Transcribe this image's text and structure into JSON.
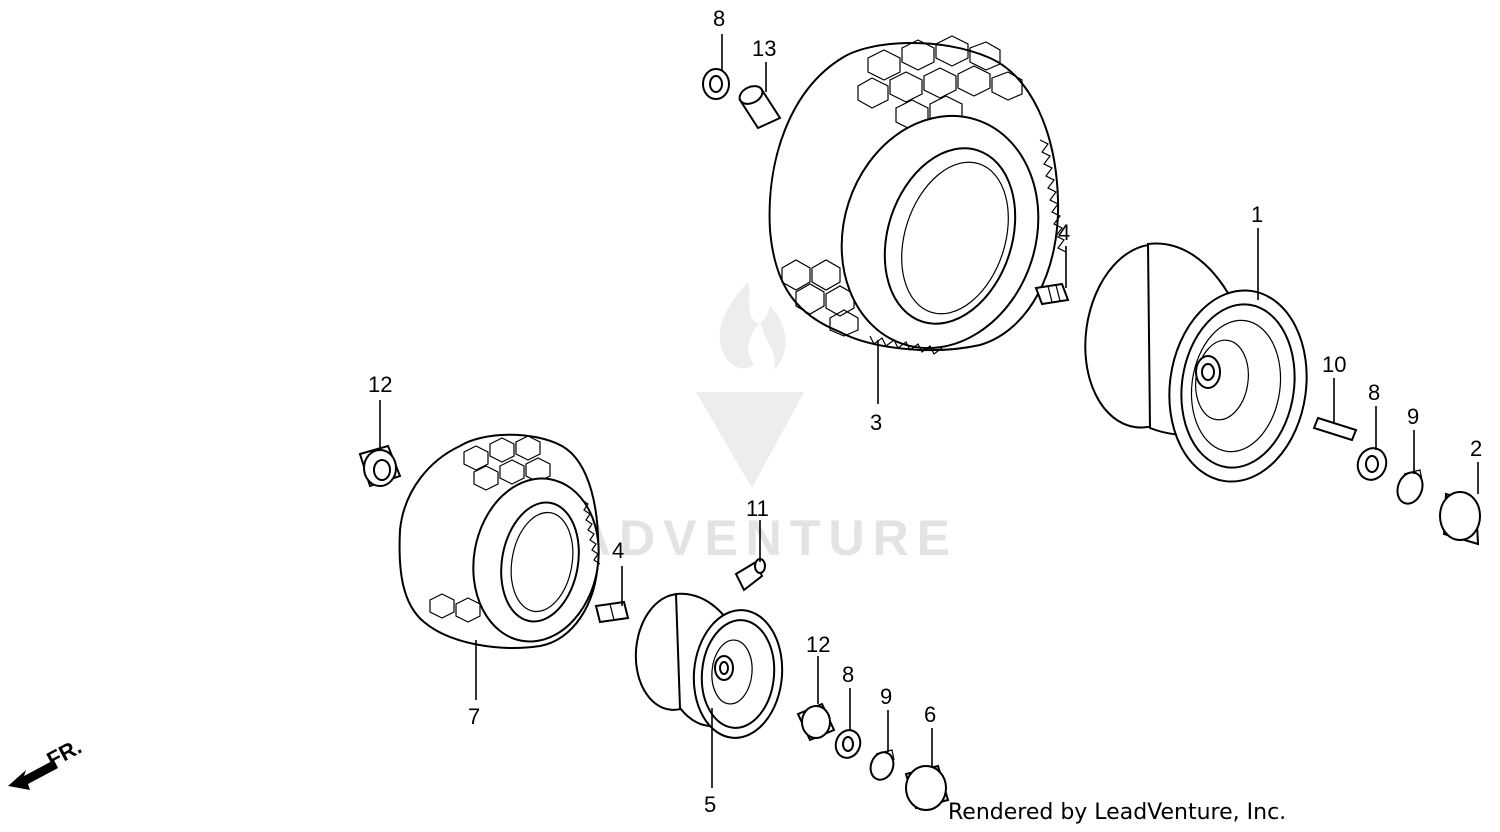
{
  "diagram": {
    "watermark": "LEADVENTURE",
    "direction_label": "FR.",
    "credit": "Rendered by LeadVenture, Inc.",
    "callouts": {
      "rear_wheel": "1",
      "rear_cap": "2",
      "rear_tire": "3",
      "rear_valve": "4",
      "front_wheel": "5",
      "front_cap": "6",
      "front_tire": "7",
      "rear_top_washer": "8",
      "rear_right_washer": "8",
      "front_washer": "8",
      "rear_clip": "9",
      "front_clip": "9",
      "rear_key": "10",
      "front_grease_fitting": "11",
      "front_left_bushing": "12",
      "front_right_bushing": "12",
      "rear_collar": "13",
      "front_valve": "4"
    }
  }
}
